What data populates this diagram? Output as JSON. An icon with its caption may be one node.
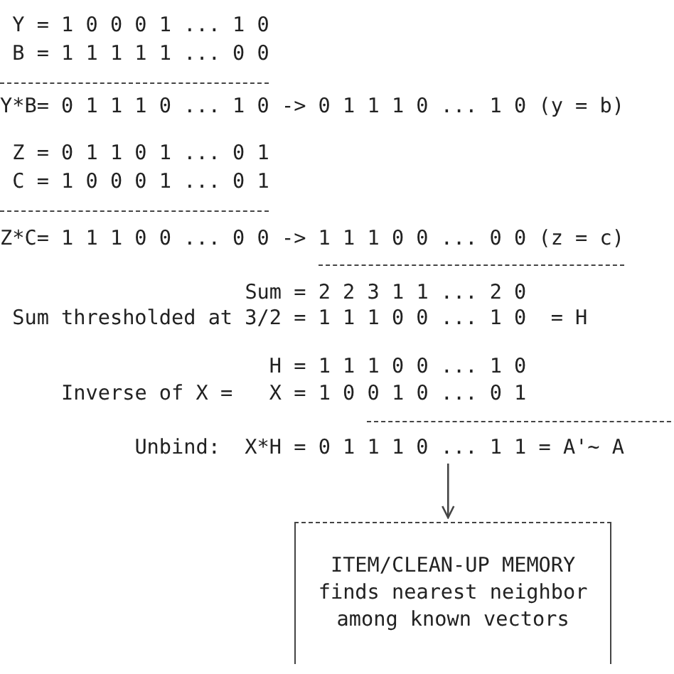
{
  "diagram": {
    "nodes": [
      {
        "text": [
          "Unbind:  X*H = 0 1 1 1 0 ... 1 1 = A'~ A"
        ]
      },
      {
        "text": [
          "ITEM/CLEAN-UP MEMORY finds nearest neighbor among known vectors"
        ]
      }
    ],
    "edges": [
      {
        "from": 0,
        "to": 1,
        "arrow": "to"
      }
    ],
    "labels": [
      "Y = 1 0 0 0 1 ... 1 0",
      "B = 1 1 1 1 1 ... 0 0",
      "Y*B= 0 1 1 1 0 ... 1 0 -> 0 1 1 1 0 ... 1 0 (y = b)",
      "Z = 0 1 1 0 1 ... 0 1",
      "C = 1 0 0 0 1 ... 0 1",
      "Z*C= 1 1 1 0 0 ... 0 0 -> 1 1 1 0 0 ... 0 0 (z = c)",
      "Sum = 2 2 3 1 1 ... 2 0",
      "Sum thresholded at 3/2 = 1 1 1 0 0 ... 1 0  = H",
      "H = 1 1 1 0 0 ... 1 0",
      "Inverse of X =",
      "X = 1 0 0 1 0 ... 0 1"
    ]
  }
}
